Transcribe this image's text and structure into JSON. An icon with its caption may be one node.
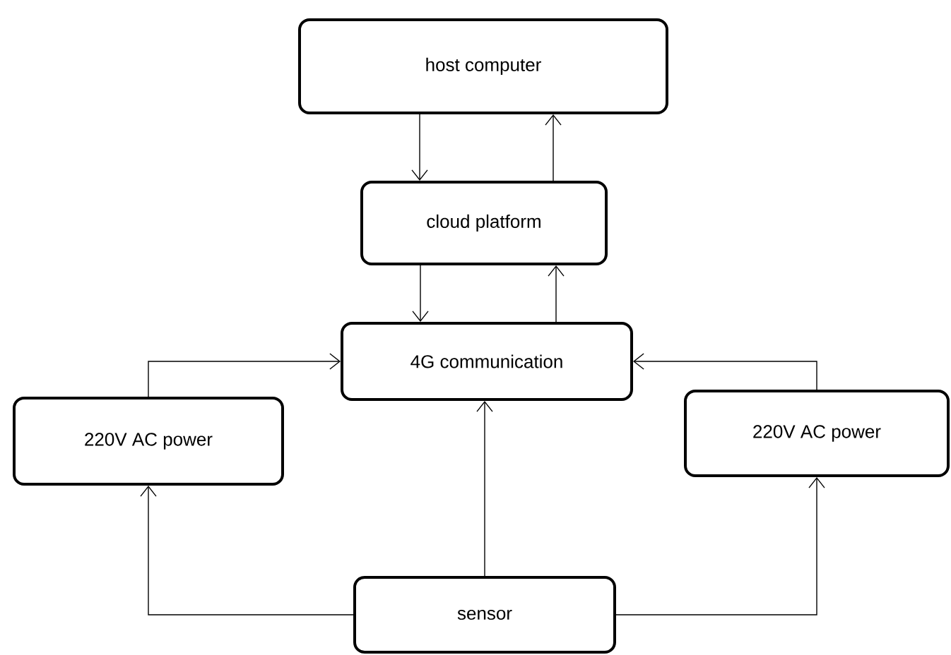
{
  "diagram": {
    "nodes": [
      {
        "text": [
          "host computer"
        ]
      },
      {
        "text": [
          "cloud platform"
        ]
      },
      {
        "text": [
          "4G communication"
        ]
      },
      {
        "text": [
          "220V AC power"
        ]
      },
      {
        "text": [
          "220V AC power"
        ]
      },
      {
        "text": [
          "sensor"
        ]
      }
    ],
    "edges": [
      {
        "from": 0,
        "to": 1,
        "arrow": "to"
      },
      {
        "from": 1,
        "to": 0,
        "arrow": "to"
      },
      {
        "from": 1,
        "to": 2,
        "arrow": "to"
      },
      {
        "from": 2,
        "to": 1,
        "arrow": "to"
      },
      {
        "from": 3,
        "to": 2,
        "arrow": "to"
      },
      {
        "from": 4,
        "to": 2,
        "arrow": "to"
      },
      {
        "from": 5,
        "to": 2,
        "arrow": "to"
      },
      {
        "from": 5,
        "to": 3,
        "arrow": "to"
      },
      {
        "from": 5,
        "to": 4,
        "arrow": "to"
      }
    ]
  }
}
